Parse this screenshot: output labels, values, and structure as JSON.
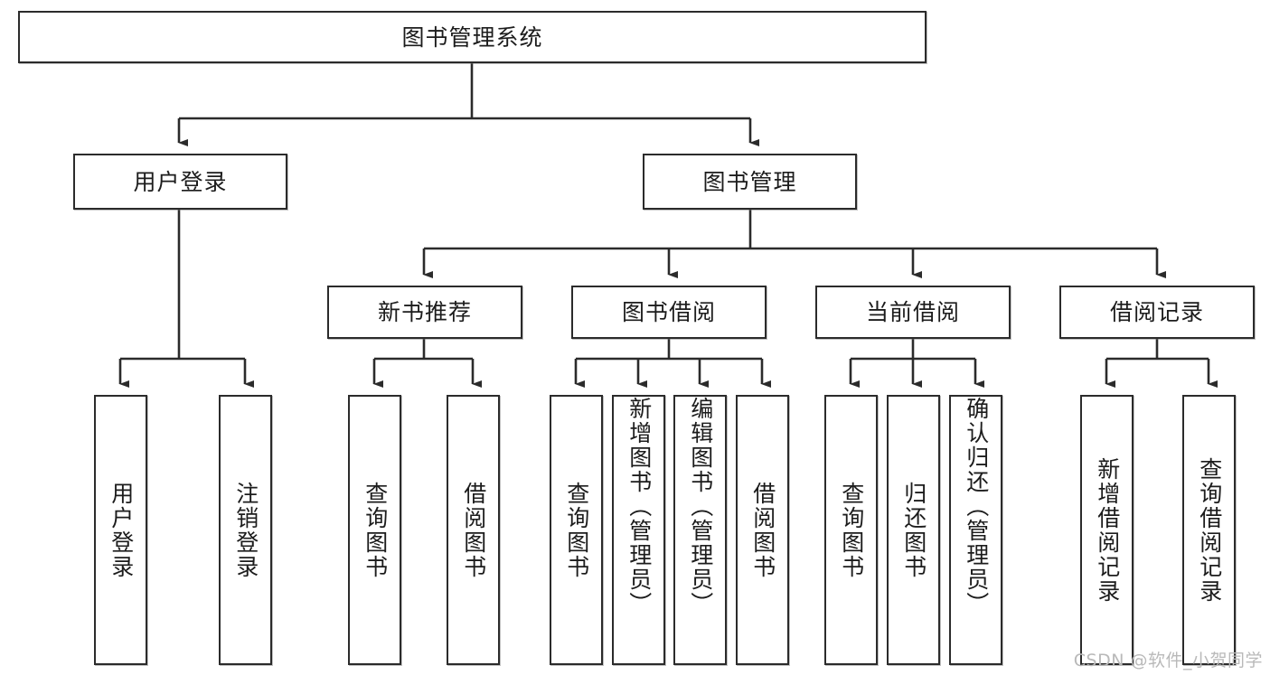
{
  "diagram": {
    "type": "tree",
    "title": "图书管理系统",
    "root": {
      "label": "图书管理系统"
    },
    "level2": [
      {
        "label": "用户登录"
      },
      {
        "label": "图书管理"
      }
    ],
    "level3": [
      {
        "label": "新书推荐"
      },
      {
        "label": "图书借阅"
      },
      {
        "label": "当前借阅"
      },
      {
        "label": "借阅记录"
      }
    ],
    "leaves": {
      "user_login": [
        {
          "label": "用户登录"
        },
        {
          "label": "注销登录"
        }
      ],
      "new_book_recommend": [
        {
          "label": "查询图书"
        },
        {
          "label": "借阅图书"
        }
      ],
      "book_borrow": [
        {
          "label": "查询图书"
        },
        {
          "label": "新增图书（管理员）"
        },
        {
          "label": "编辑图书（管理员）"
        },
        {
          "label": "借阅图书"
        }
      ],
      "current_borrow": [
        {
          "label": "查询图书"
        },
        {
          "label": "归还图书"
        },
        {
          "label": "确认归还（管理员）"
        }
      ],
      "borrow_record": [
        {
          "label": "新增借阅记录"
        },
        {
          "label": "查询借阅记录"
        }
      ]
    }
  },
  "watermark": {
    "text": "CSDN @软件_小贺同学"
  },
  "colors": {
    "border": "#2b2b2b",
    "text": "#1c1c1c",
    "background": "#ffffff",
    "connector": "#2b2b2b",
    "watermark": "#b9b9b9"
  }
}
